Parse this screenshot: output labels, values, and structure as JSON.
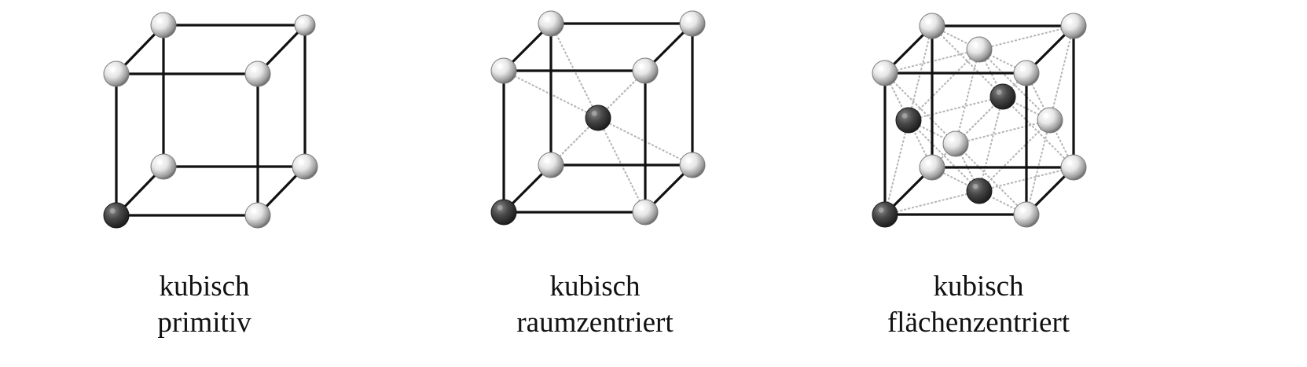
{
  "colors": {
    "edge": "#111111",
    "diagonal": "#b5b5b5",
    "atom_light": "#f2f2f2",
    "atom_dark": "#3e3e3e"
  },
  "lattices": [
    {
      "name": "primitive",
      "caption_line1": "kubisch",
      "caption_line2": "primitiv"
    },
    {
      "name": "body-centered",
      "caption_line1": "kubisch",
      "caption_line2": "raumzentriert"
    },
    {
      "name": "face-centered",
      "caption_line1": "kubisch",
      "caption_line2": "flächenzentriert"
    }
  ]
}
